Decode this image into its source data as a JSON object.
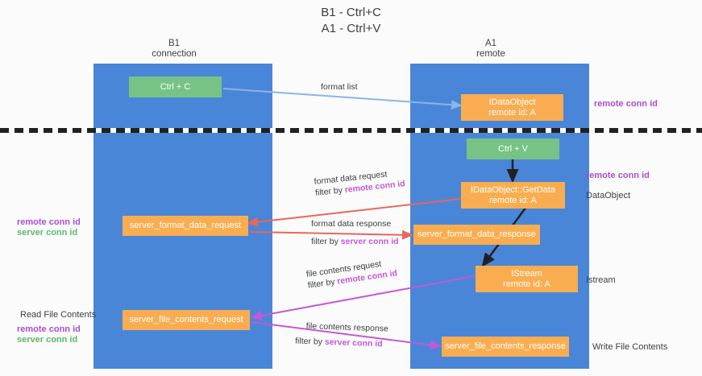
{
  "title": {
    "line1": "B1 - Ctrl+C",
    "line2": "A1 - Ctrl+V"
  },
  "columns": [
    {
      "name": "b1",
      "line1": "B1",
      "line2": "connection"
    },
    {
      "name": "a1",
      "line1": "A1",
      "line2": "remote"
    }
  ],
  "nodes": {
    "ctrl_c": {
      "line1": "Ctrl + C",
      "line2": ""
    },
    "idataobject": {
      "line1": "IDataObject",
      "line2": "remote id: A"
    },
    "ctrl_v": {
      "line1": "Ctrl + V",
      "line2": ""
    },
    "idataobject_getdata": {
      "line1": "IDataObject::GetData",
      "line2": "remote id: A"
    },
    "server_format_data_request": {
      "line1": "server_format_data_request",
      "line2": ""
    },
    "server_format_data_response": {
      "line1": "server_format_data_response",
      "line2": ""
    },
    "istream": {
      "line1": "IStream",
      "line2": "remote id: A"
    },
    "server_file_contents_request": {
      "line1": "server_file_contents_request",
      "line2": ""
    },
    "server_file_contents_response": {
      "line1": "server_file_contents_response",
      "line2": ""
    }
  },
  "edge_labels": {
    "format_list": "format list",
    "format_data_request": "format data request",
    "format_data_request_filter_prefix": "filter by ",
    "format_data_request_filter_key": "remote conn id",
    "format_data_response": "format data response",
    "format_data_response_filter_prefix": "filter by ",
    "format_data_response_filter_key": "server conn id",
    "file_contents_request": "file contents request",
    "file_contents_request_filter_prefix": "filter by ",
    "file_contents_request_filter_key": "remote conn id",
    "file_contents_response": "file contents response",
    "file_contents_response_filter_prefix": "filter by ",
    "file_contents_response_filter_key": "server conn id"
  },
  "annotations": {
    "right_remote_conn_id_top": "remote conn id",
    "right_remote_conn_id_mid": "remote conn id",
    "right_dataobject": "DataObject",
    "right_istream": "Istream",
    "right_write_file_contents": "Write File Contents",
    "left_remote_conn_id_1": "remote conn id",
    "left_server_conn_id_1": "server conn id",
    "left_read_file_contents": "Read File Contents",
    "left_remote_conn_id_2": "remote conn id",
    "left_server_conn_id_2": "server conn id"
  },
  "colors": {
    "lane": "#4a86d8",
    "node_orange": "#f9ad50",
    "node_green": "#77c386",
    "arrow_blue": "#8ab4e8",
    "arrow_red": "#e8665c",
    "arrow_magenta": "#c457d6",
    "arrow_black": "#202124",
    "text_purple": "#a94fd3",
    "text_green": "#5cb86f",
    "background": "#fbfbfb"
  }
}
